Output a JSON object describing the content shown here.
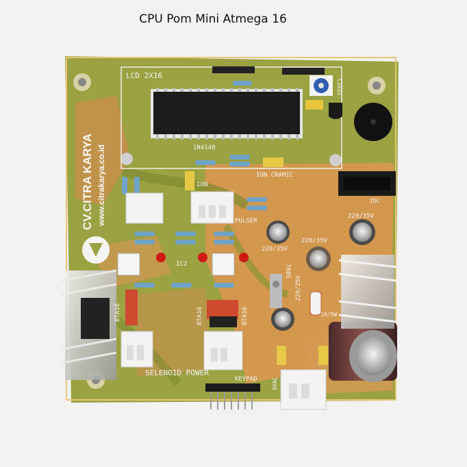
{
  "caption": "CPU Pom Mini Atmega 16",
  "board": {
    "brand": "CV.CITRA KARYA",
    "website": "www.citrakarya.co.id",
    "labels": {
      "lcd": "LCD 2X16",
      "diode": "1N4148",
      "ion": "ION",
      "ion_ceramic": "ION CRAMIC",
      "pulser": "PULSER",
      "ic2": "IC2",
      "idc": "IDC",
      "cap_a": "220/35V",
      "cap_b": "220/35V",
      "cap_c": "220/35V",
      "cap_d": "220/35V",
      "regulator": "7805",
      "triac_a": "BTA16",
      "triac_b": "BTA16",
      "triac_c": "BTA16",
      "selenoid_power": "SELENOID POWER",
      "keypad": "KEYPAD",
      "vac": "9VAC",
      "transistor": "C1815",
      "resistor_w": "10/5W"
    }
  },
  "colors": {
    "background": "#f2f2f2",
    "pcb_green": "#a7ac3e",
    "pcb_copper": "#d79a55",
    "silkscreen": "#f4f4f4"
  }
}
